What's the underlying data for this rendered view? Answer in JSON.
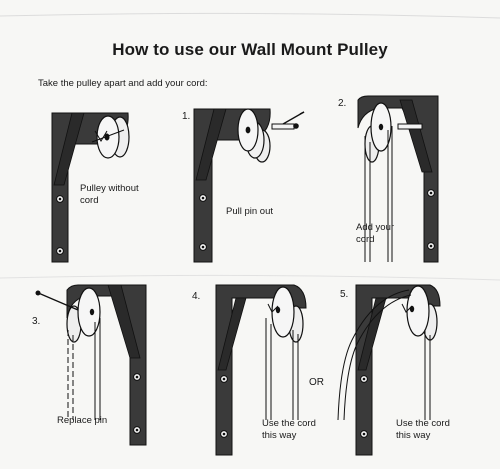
{
  "title": "How to use our Wall Mount Pulley",
  "intro": "Take the pulley apart and add your cord:",
  "steps": [
    {
      "number": "",
      "caption_lines": [
        "Pulley without",
        "cord"
      ]
    },
    {
      "number": "1.",
      "caption_lines": [
        "Pull pin out"
      ]
    },
    {
      "number": "2.",
      "caption_lines": [
        "Add your",
        "cord"
      ]
    },
    {
      "number": "3.",
      "caption_lines": [
        "Replace pin"
      ]
    },
    {
      "number": "4.",
      "caption_lines": [
        "Use the cord",
        "this way"
      ]
    },
    {
      "number": "5.",
      "caption_lines": [
        "Use the cord",
        "this way"
      ]
    }
  ],
  "or_label": "OR",
  "colors": {
    "ink": "#1a1a1a",
    "bracket": "#3a3a3a",
    "paper": "#f7f7f5"
  }
}
